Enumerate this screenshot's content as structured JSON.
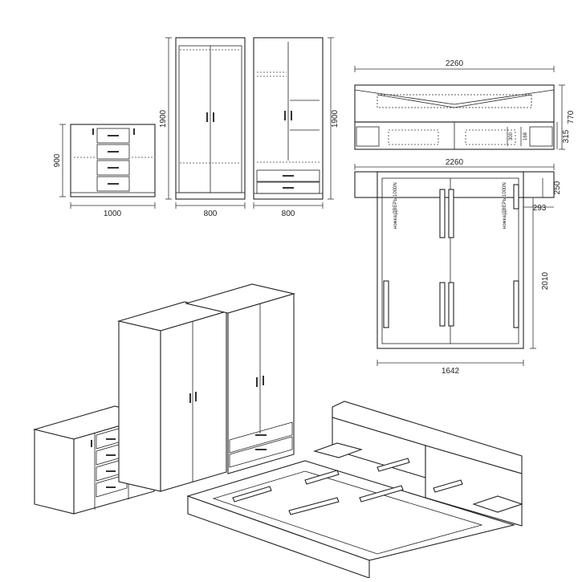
{
  "dimensions": {
    "commode_width": "1000",
    "commode_height": "900",
    "wardrobe1_width": "800",
    "wardrobe1_height": "1900",
    "wardrobe2_width": "800",
    "wardrobe2_height": "1900",
    "bed_front_width": "2260",
    "bed_front_height": "770",
    "bed_shelf_height": "315",
    "bed_drawer_height": "168",
    "bed_inner_height": "300",
    "bed_top_width": "2260",
    "bed_top_depth": "2010",
    "bed_top_inner_width": "1642",
    "bed_nightstand_depth": "250",
    "bed_nightstand_width": "293"
  },
  "labels": {
    "slat_left": "ножка/ДВЕРЬ 1000N",
    "slat_right": "ножка/ДВЕРЬ 1000N"
  },
  "colors": {
    "line": "#222222",
    "background": "#ffffff"
  }
}
